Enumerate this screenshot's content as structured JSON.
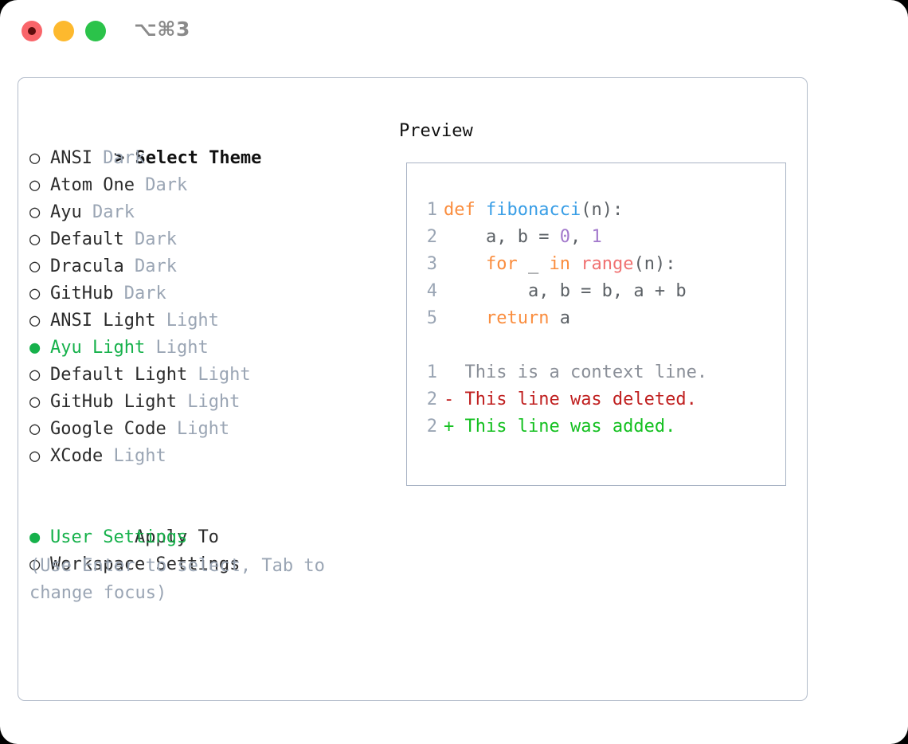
{
  "titlebar": {
    "shortcut": "⌥⌘3",
    "dots": [
      "close-dot",
      "minimize-dot",
      "maximize-dot"
    ],
    "colors": {
      "close": "#f9656a",
      "minimize": "#fdb92e",
      "maximize": "#2bc34a"
    }
  },
  "theme_list": {
    "header": "> Select Theme",
    "items": [
      {
        "marker": "○",
        "label": "ANSI",
        "kind": "Dark",
        "selected": false
      },
      {
        "marker": "○",
        "label": "Atom One",
        "kind": "Dark",
        "selected": false
      },
      {
        "marker": "○",
        "label": "Ayu",
        "kind": "Dark",
        "selected": false
      },
      {
        "marker": "○",
        "label": "Default",
        "kind": "Dark",
        "selected": false
      },
      {
        "marker": "○",
        "label": "Dracula",
        "kind": "Dark",
        "selected": false
      },
      {
        "marker": "○",
        "label": "GitHub",
        "kind": "Dark",
        "selected": false
      },
      {
        "marker": "○",
        "label": "ANSI Light",
        "kind": "Light",
        "selected": false
      },
      {
        "marker": "●",
        "label": "Ayu Light",
        "kind": "Light",
        "selected": true
      },
      {
        "marker": "○",
        "label": "Default Light",
        "kind": "Light",
        "selected": false
      },
      {
        "marker": "○",
        "label": "GitHub Light",
        "kind": "Light",
        "selected": false
      },
      {
        "marker": "○",
        "label": "Google Code",
        "kind": "Light",
        "selected": false
      },
      {
        "marker": "○",
        "label": "XCode",
        "kind": "Light",
        "selected": false
      }
    ]
  },
  "apply_to": {
    "header": "Apply To",
    "items": [
      {
        "marker": "●",
        "label": "User Settings",
        "selected": true
      },
      {
        "marker": "○",
        "label": "Workspace Settings",
        "selected": false
      }
    ]
  },
  "hint": "(Use Enter to select, Tab to change focus)",
  "preview": {
    "title": "Preview",
    "code_lines": [
      {
        "number": "1",
        "tokens": [
          {
            "t": "def",
            "c": "kw"
          },
          {
            "t": " ",
            "c": "pun"
          },
          {
            "t": "fibonacci",
            "c": "fn"
          },
          {
            "t": "(n):",
            "c": "pun"
          }
        ]
      },
      {
        "number": "2",
        "tokens": [
          {
            "t": "    a, b = ",
            "c": "pun"
          },
          {
            "t": "0",
            "c": "num"
          },
          {
            "t": ", ",
            "c": "pun"
          },
          {
            "t": "1",
            "c": "num"
          }
        ]
      },
      {
        "number": "3",
        "tokens": [
          {
            "t": "    ",
            "c": "pun"
          },
          {
            "t": "for",
            "c": "kw"
          },
          {
            "t": " _ ",
            "c": "pun"
          },
          {
            "t": "in",
            "c": "kw"
          },
          {
            "t": " ",
            "c": "pun"
          },
          {
            "t": "range",
            "c": "bi"
          },
          {
            "t": "(n):",
            "c": "pun"
          }
        ]
      },
      {
        "number": "4",
        "tokens": [
          {
            "t": "        a, b = b, a + b",
            "c": "pun"
          }
        ]
      },
      {
        "number": "5",
        "tokens": [
          {
            "t": "    ",
            "c": "pun"
          },
          {
            "t": "return",
            "c": "kw"
          },
          {
            "t": " a",
            "c": "pun"
          }
        ]
      }
    ],
    "diff_lines": [
      {
        "number": "1",
        "sign": " ",
        "text": "This is a context line.",
        "type": "context"
      },
      {
        "number": "2",
        "sign": "-",
        "text": "This line was deleted.",
        "type": "deleted"
      },
      {
        "number": "2",
        "sign": "+",
        "text": "This line was added.",
        "type": "added"
      }
    ]
  },
  "palette": {
    "keyword": "#fa8d3e",
    "function": "#399ee6",
    "number": "#a37acc",
    "builtin": "#f07171",
    "text": "#5c6166",
    "line_number": "#9aa5b4",
    "selected_green": "#16b14b",
    "diff_added": "#14c020",
    "diff_deleted": "#c02020",
    "muted": "#9aa5b4",
    "border": "#a8b3c4"
  }
}
